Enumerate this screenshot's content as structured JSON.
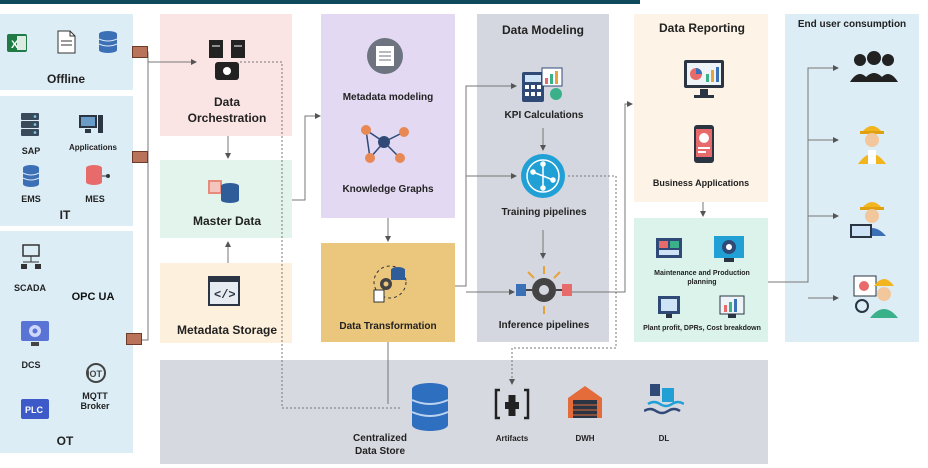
{
  "sources": {
    "offline": {
      "title": "Offline"
    },
    "it": {
      "title": "IT",
      "items": {
        "sap": "SAP",
        "applications": "Applications",
        "ems": "EMS",
        "mes": "MES"
      }
    },
    "ot": {
      "title": "OT",
      "items": {
        "scada": "SCADA",
        "opcua": "OPC UA",
        "dcs": "DCS",
        "mqtt": "MQTT\nBroker"
      }
    }
  },
  "orchestration": {
    "data_orchestration": "Data\nOrchestration",
    "master_data": "Master Data",
    "metadata_storage": "Metadata Storage"
  },
  "metadata": {
    "metadata_modeling": "Metadata modeling",
    "knowledge_graphs": "Knowledge Graphs",
    "data_transformation": "Data Transformation"
  },
  "modeling": {
    "title": "Data Modeling",
    "kpi": "KPI Calculations",
    "training": "Training pipelines",
    "inference": "Inference pipelines"
  },
  "reporting": {
    "title": "Data Reporting",
    "business_apps": "Business Applications",
    "maintenance": "Maintenance and Production\nplanning",
    "plant_profit": "Plant profit, DPRs, Cost breakdown"
  },
  "consumption": {
    "title": "End user consumption"
  },
  "store": {
    "central": "Centralized\nData Store",
    "artifacts": "Artifacts",
    "dwh": "DWH",
    "dl": "DL"
  },
  "colors": {
    "sources_bg": "#dcedf6",
    "orchestration_bg": "#fbe4e4",
    "master_bg": "#e3f4ec",
    "storage_bg": "#fdf0dc",
    "metadata_bg": "#e3d9f3",
    "transformation_bg": "#ebc77e",
    "modeling_bg": "#d4d7df",
    "reporting_bg": "#fdf3e6",
    "reporting_lower_bg": "#dbf3ea",
    "consumption_bg": "#dcedf6",
    "store_bg": "#d7d9e0",
    "topbar": "#0f4a5c"
  }
}
